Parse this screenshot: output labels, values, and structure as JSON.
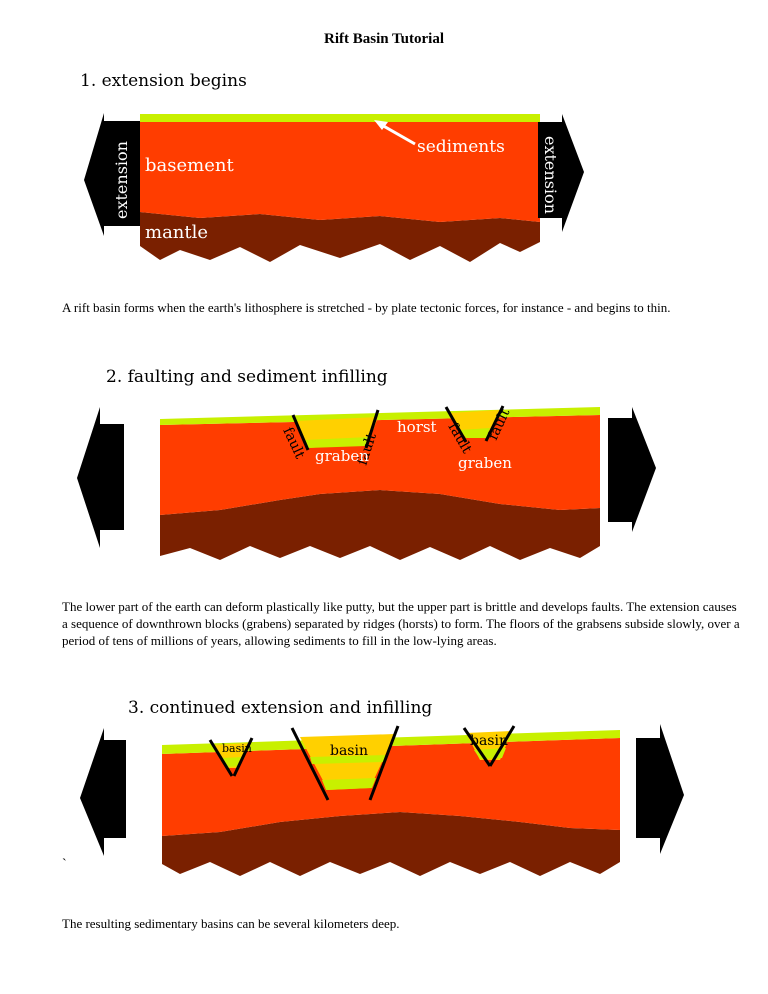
{
  "page_title": "Rift Basin Tutorial",
  "colors": {
    "sediment": "#c8f000",
    "sediment_yellow": "#ffd000",
    "basement": "#ff3d00",
    "mantle": "#7a2000",
    "arrow": "#000000"
  },
  "figure1": {
    "title": "1. extension begins",
    "labels": {
      "sediments": "sediments",
      "basement": "basement",
      "mantle": "mantle",
      "left_arrow": "extension",
      "right_arrow": "extension"
    }
  },
  "caption1": "A rift basin forms when the earth's lithosphere is stretched - by plate tectonic forces, for instance - and begins to thin.",
  "figure2": {
    "title": "2. faulting and sediment infilling",
    "labels": {
      "fault1": "fault",
      "fault2": "fault",
      "fault3": "fault",
      "fault4": "fault",
      "graben1": "graben",
      "graben2": "graben",
      "horst": "horst"
    }
  },
  "caption2": "The lower part of the earth can deform plastically like putty, but the upper part is brittle and develops faults. The extension causes a sequence of downthrown blocks (grabens) separated by ridges (horsts) to form. The floors of the grabsens subside slowly, over a period of tens of millions of years, allowing sediments to fill in the low-lying areas.",
  "figure3": {
    "title": "3. continued extension and infilling",
    "labels": {
      "basin_small": "basin",
      "basin_center": "basin",
      "basin_right": "basin"
    }
  },
  "stray_mark": "`",
  "caption3": "The resulting sedimentary basins can be several kilometers deep."
}
